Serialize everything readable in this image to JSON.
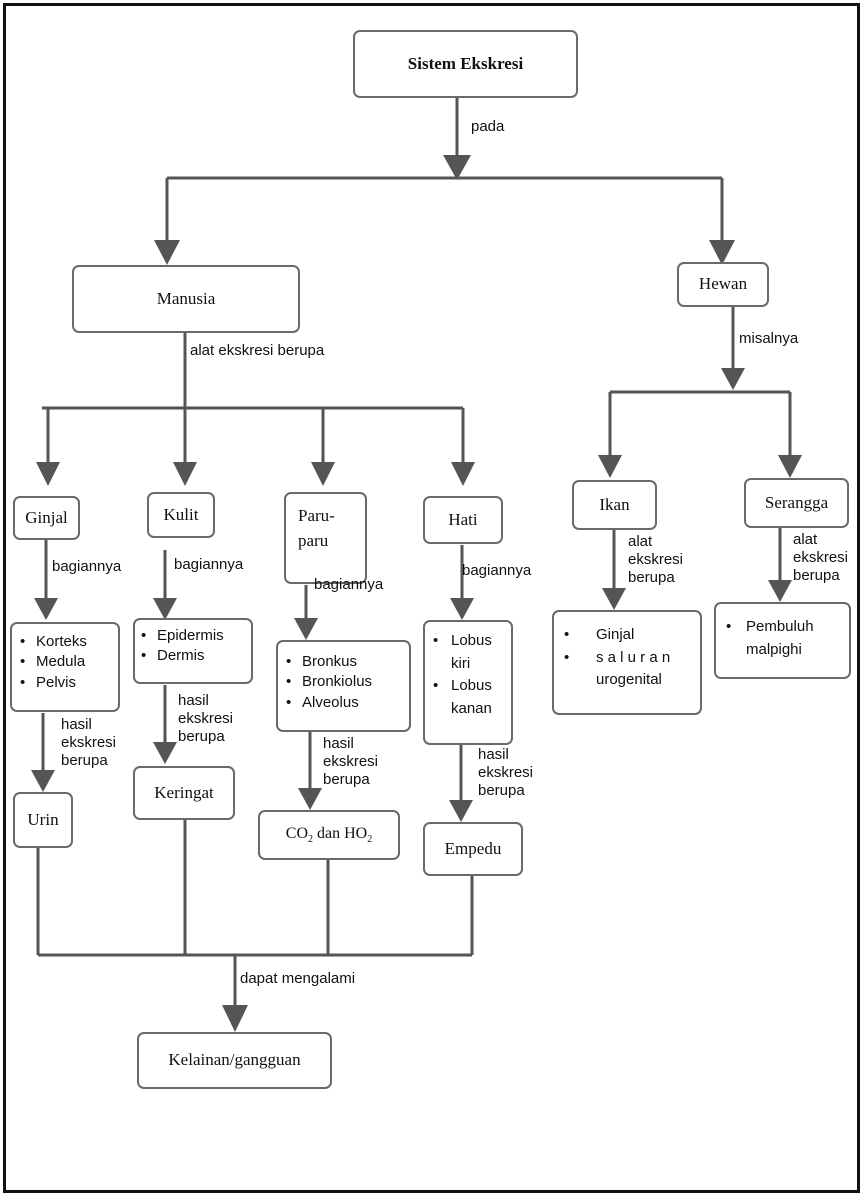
{
  "diagram": {
    "root": "Sistem Ekskresi",
    "link_root": "pada",
    "manusia": {
      "title": "Manusia",
      "link": "alat ekskresi berupa",
      "organs": [
        {
          "name": "Ginjal",
          "link": "bagiannya",
          "parts": [
            "Korteks",
            "Medula",
            "Pelvis"
          ],
          "link2": [
            "hasil",
            "ekskresi",
            "berupa"
          ],
          "product": "Urin"
        },
        {
          "name": "Kulit",
          "link": "bagiannya",
          "parts": [
            "Epidermis",
            "Dermis"
          ],
          "link2": [
            "hasil",
            "ekskresi",
            "berupa"
          ],
          "product": "Keringat"
        },
        {
          "name_lines": [
            "Paru-",
            "paru"
          ],
          "link": "bagiannya",
          "parts": [
            "Bronkus",
            "Bronkiolus",
            "Alveolus"
          ],
          "link2": [
            "hasil",
            "ekskresi",
            "berupa"
          ],
          "product_parts": [
            "CO",
            "2",
            " dan HO",
            "2"
          ]
        },
        {
          "name": "Hati",
          "link": "bagiannya",
          "parts_lines": [
            "Lobus",
            "kiri",
            "Lobus",
            "kanan"
          ],
          "link2": [
            "hasil",
            "ekskresi",
            "berupa"
          ],
          "product": "Empedu"
        }
      ]
    },
    "hewan": {
      "title": "Hewan",
      "link": "misalnya",
      "animals": [
        {
          "name": "Ikan",
          "link": [
            "alat",
            "ekskresi",
            "berupa"
          ],
          "parts": [
            "Ginjal",
            "s a l u r a n",
            "urogenital"
          ]
        },
        {
          "name": "Serangga",
          "link": [
            "alat",
            "ekskresi",
            "berupa"
          ],
          "parts": [
            "Pembuluh",
            "malpighi"
          ]
        }
      ]
    },
    "bottom_link": "dapat mengalami",
    "bottom": "Kelainan/gangguan"
  }
}
